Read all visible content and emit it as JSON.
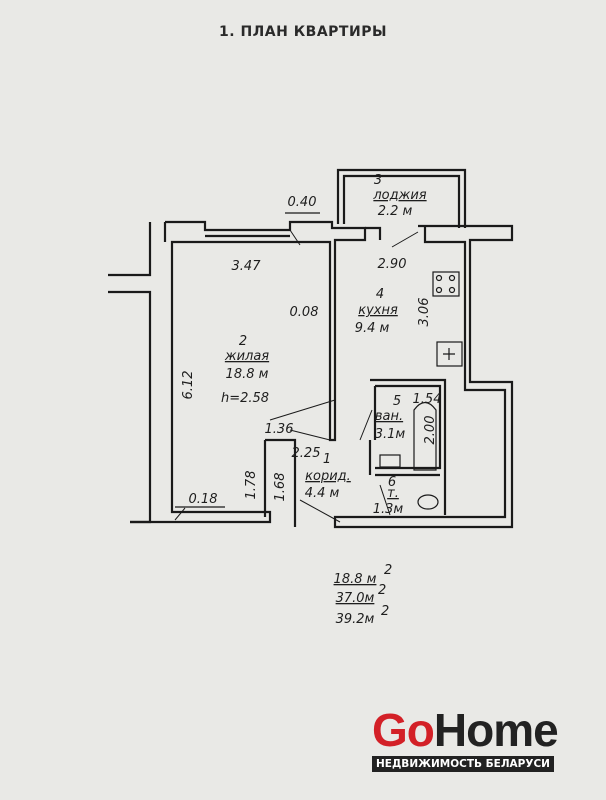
{
  "title": "1. ПЛАН КВАРТИРЫ",
  "rooms": [
    {
      "num": "2",
      "name": "жилая",
      "area": "18.8 м",
      "height": "h=2.58"
    },
    {
      "num": "3",
      "name": "лоджия",
      "area": "2.2 м"
    },
    {
      "num": "4",
      "name": "кухня",
      "area": "9.4 м"
    },
    {
      "num": "5",
      "name": "ван.",
      "area": "3.1м"
    },
    {
      "num": "6",
      "name": "т.",
      "area": "1.3м"
    },
    {
      "num": "1",
      "name": "корид.",
      "area": "4.4 м"
    }
  ],
  "dimensions": [
    "0.40",
    "3.47",
    "2.90",
    "0.08",
    "3.06",
    "6.12",
    "1.54",
    "2.00",
    "1.36",
    "2.25",
    "1.78",
    "1.68",
    "0.18"
  ],
  "totals": [
    "18.8 м",
    "37.0м",
    "39.2м"
  ],
  "sup": "2",
  "logo": {
    "go": "Go",
    "home": "Home",
    "tagline": "НЕДВИЖИМОСТЬ БЕЛАРУСИ"
  }
}
